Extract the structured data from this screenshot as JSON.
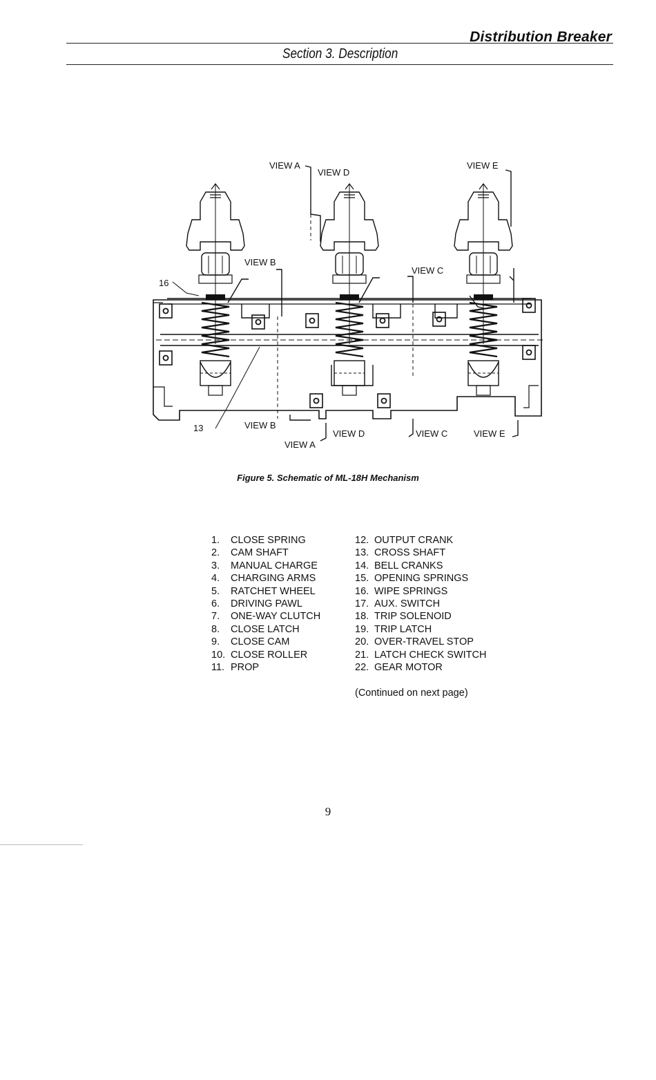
{
  "header": {
    "doc_title": "Distribution Breaker",
    "section_title": "Section 3. Description"
  },
  "figure": {
    "caption": "Figure 5. Schematic of ML-18H Mechanism",
    "labels": {
      "top_view_a": "VIEW A",
      "top_view_d": "VIEW D",
      "top_view_e": "VIEW E",
      "view_b_top": "VIEW B",
      "view_c_top": "VIEW C",
      "ref_16": "16",
      "ref_13": "13",
      "bottom_view_b": "VIEW B",
      "bottom_view_a": "VIEW A",
      "bottom_view_d": "VIEW D",
      "bottom_view_c": "VIEW C",
      "bottom_view_e": "VIEW E"
    }
  },
  "legend": {
    "left": [
      {
        "num": "1.",
        "label": "CLOSE SPRING"
      },
      {
        "num": "2.",
        "label": "CAM SHAFT"
      },
      {
        "num": "3.",
        "label": "MANUAL CHARGE"
      },
      {
        "num": "4.",
        "label": "CHARGING ARMS"
      },
      {
        "num": "5.",
        "label": "RATCHET WHEEL"
      },
      {
        "num": "6.",
        "label": "DRIVING PAWL"
      },
      {
        "num": "7.",
        "label": "ONE-WAY CLUTCH"
      },
      {
        "num": "8.",
        "label": "CLOSE LATCH"
      },
      {
        "num": "9.",
        "label": "CLOSE CAM"
      },
      {
        "num": "10.",
        "label": "CLOSE ROLLER"
      },
      {
        "num": "11.",
        "label": "PROP"
      }
    ],
    "right": [
      {
        "num": "12.",
        "label": "OUTPUT CRANK"
      },
      {
        "num": "13.",
        "label": "CROSS SHAFT"
      },
      {
        "num": "14.",
        "label": "BELL CRANKS"
      },
      {
        "num": "15.",
        "label": "OPENING SPRINGS"
      },
      {
        "num": "16.",
        "label": "WIPE SPRINGS"
      },
      {
        "num": "17.",
        "label": "AUX. SWITCH"
      },
      {
        "num": "18.",
        "label": "TRIP SOLENOID"
      },
      {
        "num": "19.",
        "label": "TRIP LATCH"
      },
      {
        "num": "20.",
        "label": "OVER-TRAVEL STOP"
      },
      {
        "num": "21.",
        "label": "LATCH CHECK SWITCH"
      },
      {
        "num": "22.",
        "label": "GEAR MOTOR"
      }
    ]
  },
  "continued_note": "(Continued on next page)",
  "page_number": "9"
}
